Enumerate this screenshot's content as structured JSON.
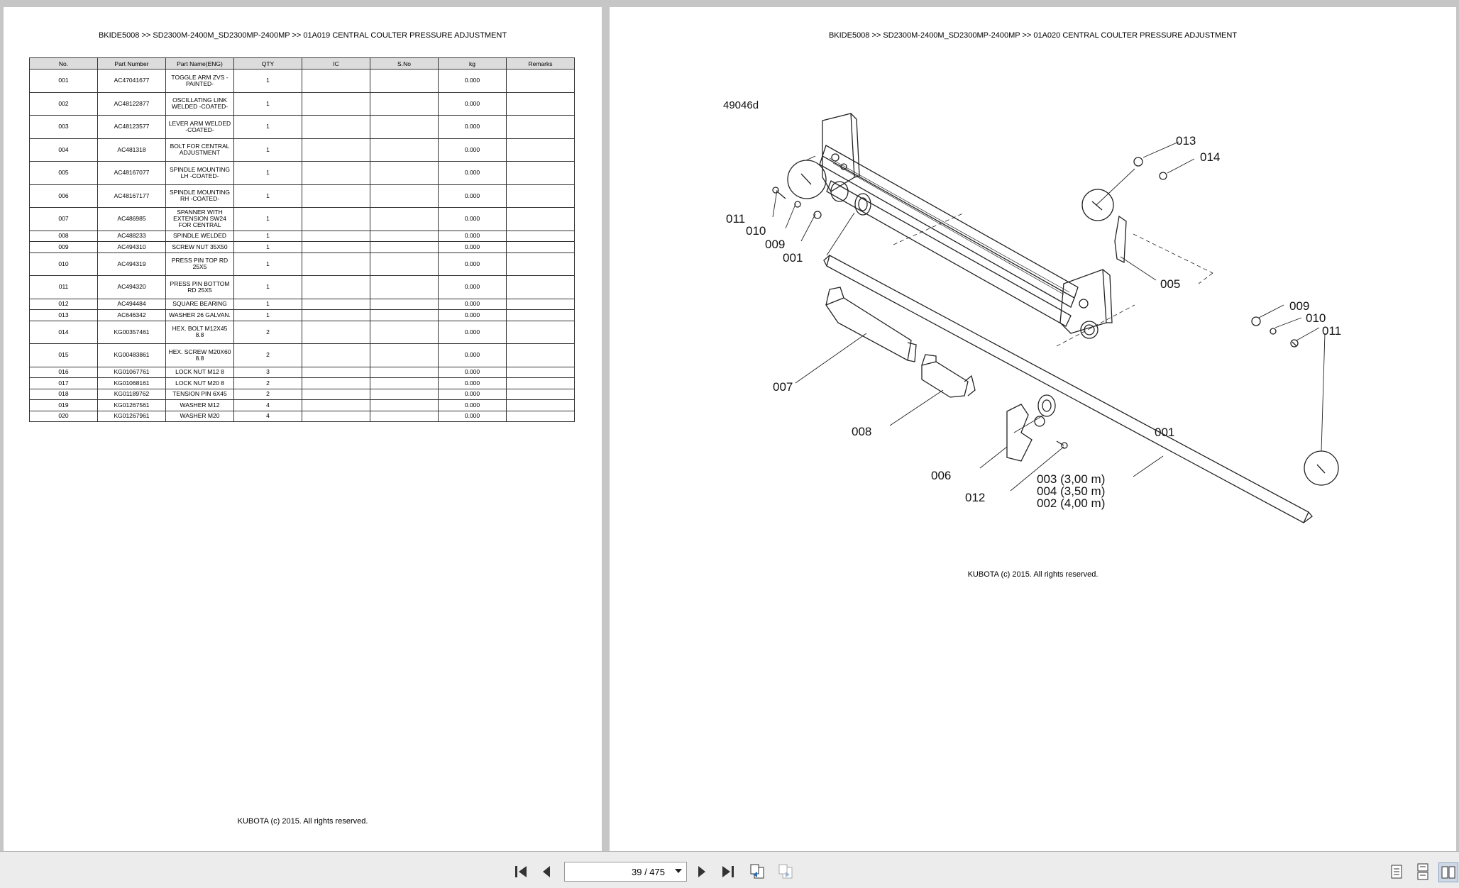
{
  "left_page": {
    "header": "BKIDE5008 >> SD2300M-2400M_SD2300MP-2400MP >> 01A019   CENTRAL COULTER PRESSURE ADJUSTMENT",
    "footer": "KUBOTA (c) 2015. All rights reserved.",
    "table": {
      "columns": [
        "No.",
        "Part Number",
        "Part Name(ENG)",
        "QTY",
        "IC",
        "S.No",
        "kg",
        "Remarks"
      ],
      "rows": [
        {
          "no": "001",
          "part_number": "AC47041677",
          "name": "TOGGLE ARM ZVS -PAINTED-",
          "qty": "1",
          "ic": "",
          "sno": "",
          "kg": "0.000",
          "remarks": ""
        },
        {
          "no": "002",
          "part_number": "AC48122877",
          "name": "OSCILLATING LINK WELDED -COATED-",
          "qty": "1",
          "ic": "",
          "sno": "",
          "kg": "0.000",
          "remarks": ""
        },
        {
          "no": "003",
          "part_number": "AC48123577",
          "name": "LEVER ARM WELDED -COATED-",
          "qty": "1",
          "ic": "",
          "sno": "",
          "kg": "0.000",
          "remarks": ""
        },
        {
          "no": "004",
          "part_number": "AC481318",
          "name": "BOLT FOR CENTRAL ADJUSTMENT",
          "qty": "1",
          "ic": "",
          "sno": "",
          "kg": "0.000",
          "remarks": ""
        },
        {
          "no": "005",
          "part_number": "AC48167077",
          "name": "SPINDLE MOUNTING LH -COATED-",
          "qty": "1",
          "ic": "",
          "sno": "",
          "kg": "0.000",
          "remarks": ""
        },
        {
          "no": "006",
          "part_number": "AC48167177",
          "name": "SPINDLE MOUNTING RH -COATED-",
          "qty": "1",
          "ic": "",
          "sno": "",
          "kg": "0.000",
          "remarks": ""
        },
        {
          "no": "007",
          "part_number": "AC486985",
          "name": "SPANNER WITH EXTENSION SW24 FOR CENTRAL",
          "qty": "1",
          "ic": "",
          "sno": "",
          "kg": "0.000",
          "remarks": ""
        },
        {
          "no": "008",
          "part_number": "AC488233",
          "name": "SPINDLE WELDED",
          "qty": "1",
          "ic": "",
          "sno": "",
          "kg": "0.000",
          "remarks": ""
        },
        {
          "no": "009",
          "part_number": "AC494310",
          "name": "SCREW NUT 35X50",
          "qty": "1",
          "ic": "",
          "sno": "",
          "kg": "0.000",
          "remarks": ""
        },
        {
          "no": "010",
          "part_number": "AC494319",
          "name": "PRESS PIN TOP RD 25X5",
          "qty": "1",
          "ic": "",
          "sno": "",
          "kg": "0.000",
          "remarks": ""
        },
        {
          "no": "011",
          "part_number": "AC494320",
          "name": "PRESS PIN BOTTOM RD 25X5",
          "qty": "1",
          "ic": "",
          "sno": "",
          "kg": "0.000",
          "remarks": ""
        },
        {
          "no": "012",
          "part_number": "AC494484",
          "name": "SQUARE BEARING",
          "qty": "1",
          "ic": "",
          "sno": "",
          "kg": "0.000",
          "remarks": ""
        },
        {
          "no": "013",
          "part_number": "AC646342",
          "name": "WASHER 26 GALVAN.",
          "qty": "1",
          "ic": "",
          "sno": "",
          "kg": "0.000",
          "remarks": ""
        },
        {
          "no": "014",
          "part_number": "KG00357461",
          "name": "HEX. BOLT M12X45 8.8",
          "qty": "2",
          "ic": "",
          "sno": "",
          "kg": "0.000",
          "remarks": ""
        },
        {
          "no": "015",
          "part_number": "KG00483861",
          "name": "HEX. SCREW M20X60 8.8",
          "qty": "2",
          "ic": "",
          "sno": "",
          "kg": "0.000",
          "remarks": ""
        },
        {
          "no": "016",
          "part_number": "KG01067761",
          "name": "LOCK NUT M12 8",
          "qty": "3",
          "ic": "",
          "sno": "",
          "kg": "0.000",
          "remarks": ""
        },
        {
          "no": "017",
          "part_number": "KG01068161",
          "name": "LOCK NUT M20 8",
          "qty": "2",
          "ic": "",
          "sno": "",
          "kg": "0.000",
          "remarks": ""
        },
        {
          "no": "018",
          "part_number": "KG01189762",
          "name": "TENSION PIN 6X45",
          "qty": "2",
          "ic": "",
          "sno": "",
          "kg": "0.000",
          "remarks": ""
        },
        {
          "no": "019",
          "part_number": "KG01267561",
          "name": "WASHER M12",
          "qty": "4",
          "ic": "",
          "sno": "",
          "kg": "0.000",
          "remarks": ""
        },
        {
          "no": "020",
          "part_number": "KG01267961",
          "name": "WASHER M20",
          "qty": "4",
          "ic": "",
          "sno": "",
          "kg": "0.000",
          "remarks": ""
        }
      ]
    }
  },
  "right_page": {
    "header": "BKIDE5008 >> SD2300M-2400M_SD2300MP-2400MP >> 01A020   CENTRAL COULTER PRESSURE ADJUSTMENT",
    "footer": "KUBOTA (c) 2015. All rights reserved.",
    "drawing": {
      "figure_id": "49046d",
      "callouts": [
        "013",
        "014",
        "011",
        "010",
        "009",
        "001",
        "005",
        "009",
        "010",
        "011",
        "007",
        "008",
        "001",
        "006",
        "012",
        "003 (3,00 m)",
        "004 (3,50 m)",
        "002 (4,00 m)"
      ]
    }
  },
  "toolbar": {
    "page_indicator": "39 / 475",
    "icons": [
      "first-page-icon",
      "previous-page-icon",
      "next-page-icon",
      "last-page-icon",
      "go-back-view-icon",
      "go-forward-view-icon",
      "single-page-view-icon",
      "continuous-view-icon",
      "two-page-view-icon"
    ]
  }
}
